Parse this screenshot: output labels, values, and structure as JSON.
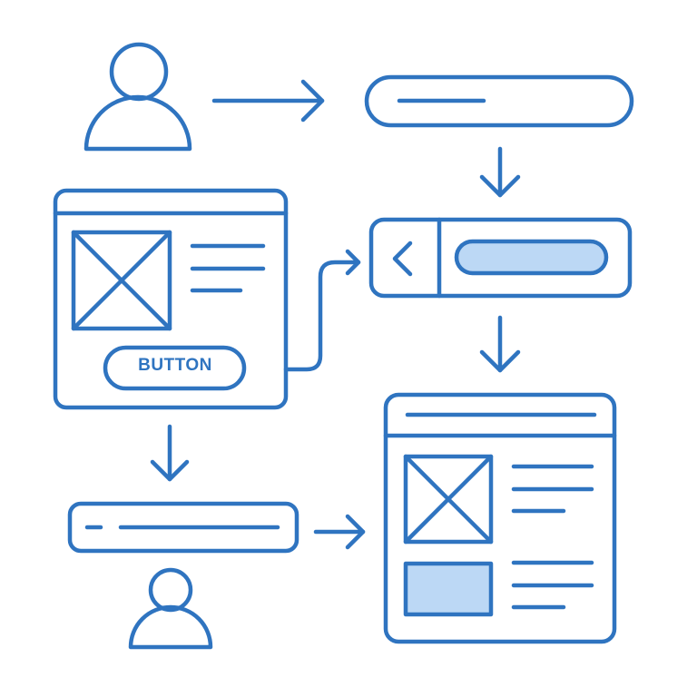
{
  "diagram": {
    "type": "ui-flow",
    "colors": {
      "stroke": "#2f74c0",
      "fill_light": "#bcd8f5",
      "background": "#ffffff"
    },
    "nodes": [
      {
        "id": "user-top",
        "kind": "user-icon"
      },
      {
        "id": "search-bar-top",
        "kind": "pill-input"
      },
      {
        "id": "wireframe-card",
        "kind": "window-wireframe",
        "button_label": "BUTTON"
      },
      {
        "id": "nav-bar",
        "kind": "back-nav-with-field"
      },
      {
        "id": "search-bar-bottom",
        "kind": "input-field"
      },
      {
        "id": "user-bottom",
        "kind": "user-icon"
      },
      {
        "id": "result-page",
        "kind": "window-wireframe"
      }
    ],
    "edges": [
      {
        "from": "user-top",
        "to": "search-bar-top"
      },
      {
        "from": "search-bar-top",
        "to": "nav-bar"
      },
      {
        "from": "wireframe-card",
        "to": "nav-bar"
      },
      {
        "from": "nav-bar",
        "to": "result-page"
      },
      {
        "from": "wireframe-card",
        "to": "search-bar-bottom"
      },
      {
        "from": "search-bar-bottom",
        "to": "result-page"
      }
    ]
  },
  "wireframe_card": {
    "button_label": "BUTTON"
  }
}
